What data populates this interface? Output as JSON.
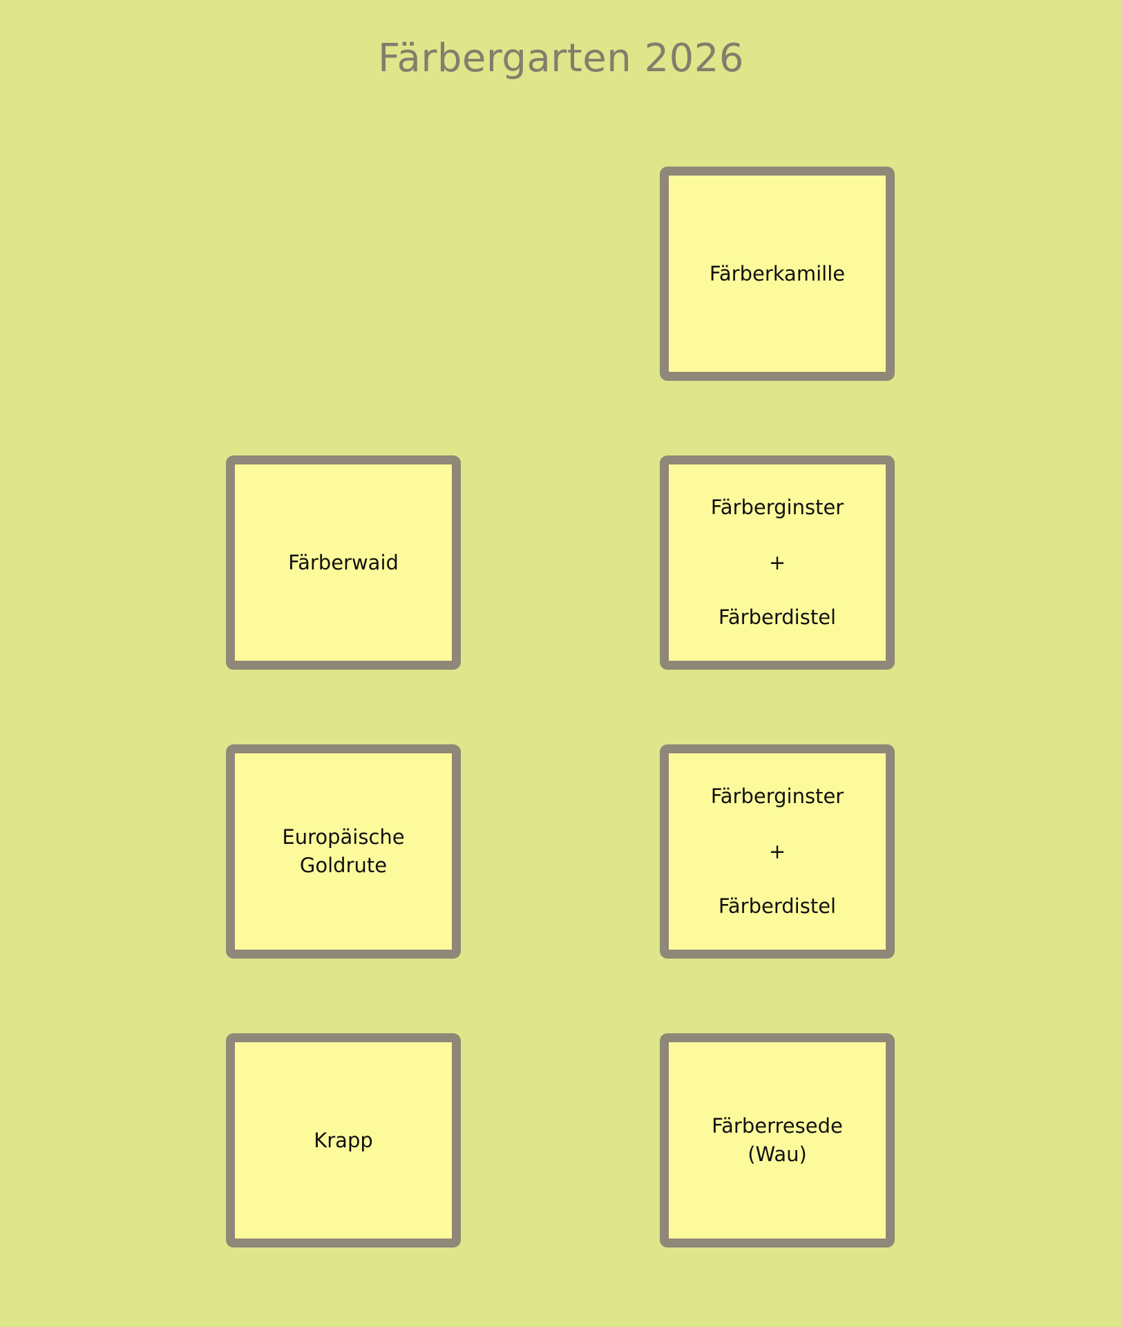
{
  "title": "Färbergarten 2026",
  "beds": {
    "faerberkamille": "Färberkamille",
    "faerberwaid": "Färberwaid",
    "mixed_1": {
      "top": "Färberginster",
      "plus": "+",
      "bottom": "Färberdistel"
    },
    "goldrute": {
      "line1": "Europäische",
      "line2": "Goldrute"
    },
    "mixed_2": {
      "top": "Färberginster",
      "plus": "+",
      "bottom": "Färberdistel"
    },
    "krapp": "Krapp",
    "resede": {
      "line1": "Färberresede",
      "line2": "(Wau)"
    }
  },
  "colors": {
    "background": "#dde68a",
    "bed_fill": "#fdfa9c",
    "bed_border": "#8f8778",
    "title": "#857c6c"
  }
}
